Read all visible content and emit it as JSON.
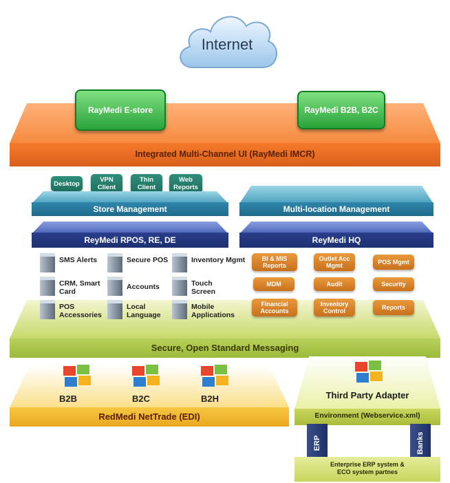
{
  "internet": {
    "label": "Internet"
  },
  "imcr": {
    "label": "Integrated Multi-Channel UI (RayMedi IMCR)",
    "estore": "RayMedi E-store",
    "b2b_b2c": "RayMedi B2B, B2C"
  },
  "clients": {
    "desktop": "Desktop",
    "vpn": "VPN Client",
    "thin": "Thin Client",
    "web": "Web Reports"
  },
  "store_management": "Store Management",
  "multi_location": "Multi-location Management",
  "rpos": {
    "title": "ReyMedi RPOS, RE, DE",
    "items": [
      "SMS Alerts",
      "Secure POS",
      "Inventory Mgmt",
      "CRM, Smart Card",
      "Accounts",
      "Touch Screen",
      "POS Accessories",
      "Local Language",
      "Mobile Applications"
    ]
  },
  "hq": {
    "title": "ReyMedi HQ",
    "items": [
      "BI & MIS Reports",
      "Outlet Acc Mgmt",
      "POS Mgmt",
      "MDM",
      "Audit",
      "Security",
      "Financial Accounts",
      "Inventory Control",
      "Reports"
    ]
  },
  "messaging": "Secure, Open Standard Messaging",
  "nettrade": {
    "label": "RedMedi NetTrade (EDI)",
    "items": [
      "B2B",
      "B2C",
      "B2H"
    ]
  },
  "third_party": {
    "label": "Third Party Adapter",
    "environment": "Environment (Webservice.xml)",
    "erp": "ERP",
    "banks": "Banks",
    "enterprise": "Enterprise ERP system & ECO system partnes"
  },
  "colors": {
    "orange": "#f58a3e",
    "green_button": "#2aa43a",
    "teal": "#2e86ab",
    "navy": "#2a3f8c",
    "yellow": "#f7c744",
    "lime": "#b9d05a"
  }
}
